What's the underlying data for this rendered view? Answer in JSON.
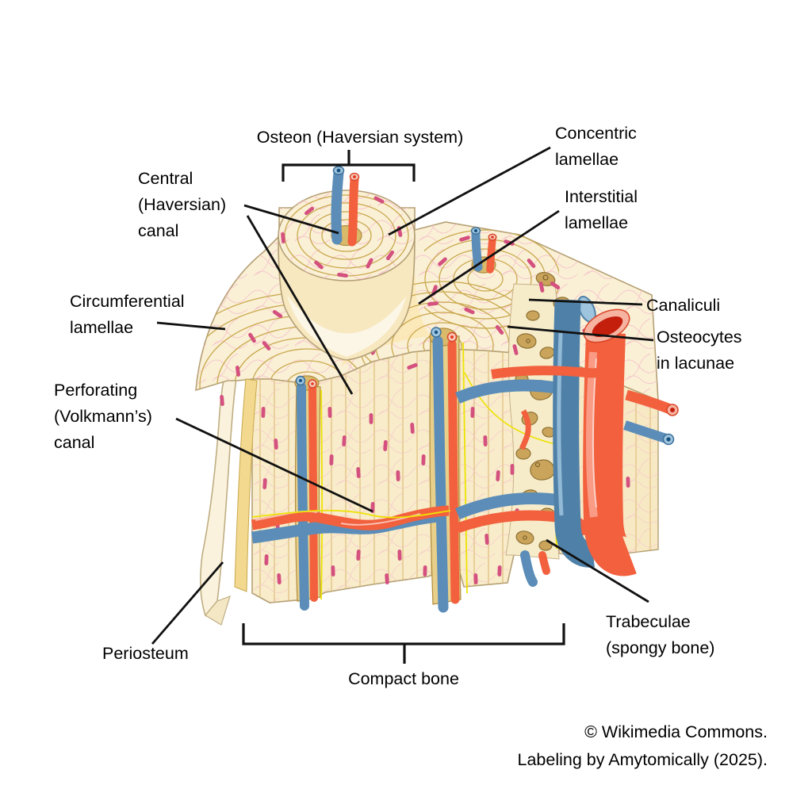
{
  "diagram": {
    "title": "Osteon (Haversian system)",
    "labels": {
      "osteon": {
        "lines": [
          "Osteon (Haversian system)"
        ]
      },
      "concentric_lamellae": {
        "lines": [
          "Concentric",
          "lamellae"
        ]
      },
      "central_canal": {
        "lines": [
          "Central",
          "(Haversian)",
          "canal"
        ]
      },
      "interstitial_lamellae": {
        "lines": [
          "Interstitial",
          "lamellae"
        ]
      },
      "circumferential_lamellae": {
        "lines": [
          "Circumferential",
          "lamellae"
        ]
      },
      "canaliculi": {
        "lines": [
          "Canaliculi"
        ]
      },
      "osteocytes": {
        "lines": [
          "Osteocytes",
          "in lacunae"
        ]
      },
      "perforating_canal": {
        "lines": [
          "Perforating",
          "(Volkmann’s)",
          "canal"
        ]
      },
      "periosteum": {
        "lines": [
          "Periosteum"
        ]
      },
      "compact_bone": {
        "lines": [
          "Compact bone"
        ]
      },
      "trabeculae": {
        "lines": [
          "Trabeculae",
          "(spongy bone)"
        ]
      }
    },
    "attribution": {
      "lines": [
        "© Wikimedia Commons.",
        "Labeling by Amytomically (2025)."
      ]
    },
    "colors": {
      "bone_top": "#faf0d6",
      "bone_front": "#f8ecca",
      "lamella_gold": "#c9a84c",
      "osteocyte_pink": "#d4517f",
      "canaliculi_pink": "#f5bfc9",
      "artery_red": "#f2603d",
      "vein_blue": "#5b8db8",
      "nerve_yellow": "#ede203",
      "spongy_tan": "#c9a45a",
      "canal_tan": "#d9b96a",
      "label_black": "#000000"
    }
  }
}
